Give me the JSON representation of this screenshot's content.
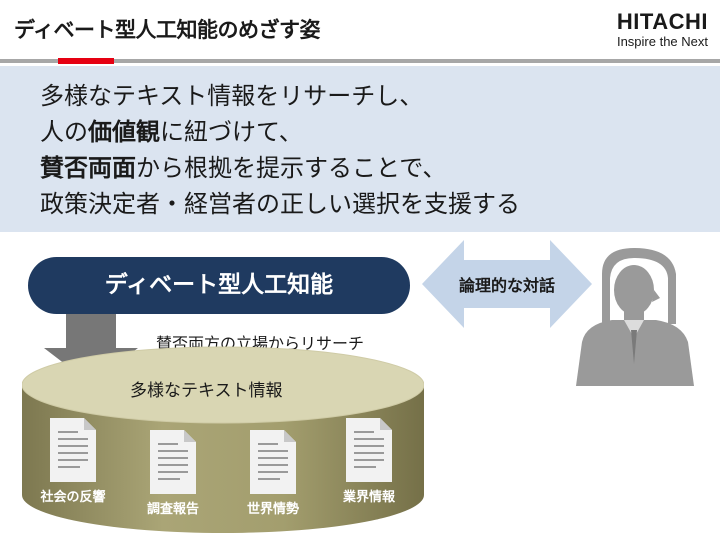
{
  "header": {
    "title": "ディベート型人工知能のめざす姿",
    "brand_name": "HITACHI",
    "brand_tagline": "Inspire the Next"
  },
  "hero": {
    "line1": "多様なテキスト情報をリサーチし、",
    "line2_pre": "人の",
    "line2_bold": "価値観",
    "line2_post": "に紐づけて、",
    "line3_bold": "賛否両面",
    "line3_post": "から根拠を提示することで、",
    "line4": "政策決定者・経営者の正しい選択を支援する"
  },
  "diagram": {
    "ai_label": "ディベート型人工知能",
    "dialog_label": "論理的な対話",
    "research_label": "賛否両方の立場からリサーチ",
    "database_label": "多様なテキスト情報",
    "documents": [
      "社会の反響",
      "調査報告",
      "世界情勢",
      "業界情報"
    ]
  },
  "colors": {
    "accent_red": "#e60012",
    "ai_box": "#1f3a60",
    "hero_bg": "#dbe4f0",
    "arrow_blue": "#c4d4e8",
    "cylinder_olive": "#9f9a6c"
  },
  "icons": [
    "document-icon",
    "person-silhouette-icon",
    "double-arrow-icon",
    "down-arrow-icon"
  ]
}
